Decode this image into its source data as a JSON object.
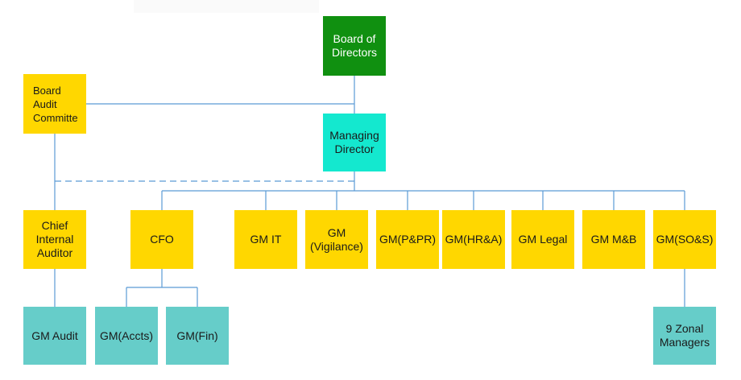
{
  "org_chart": {
    "colors": {
      "board": "#109010",
      "managing": "#14e8cf",
      "department": "#ffd700",
      "sub_unit": "#66cdc9",
      "connector": "#5b9bd5"
    },
    "board_of_directors": "Board of\nDirectors",
    "board_audit_committee": "Board\nAudit\nCommitte",
    "managing_director": "Managing\nDirector",
    "departments": [
      "Chief\nInternal\nAuditor",
      "CFO",
      "GM IT",
      "GM\n(Vigilance)",
      "GM(P&PR)",
      "GM(HR&A)",
      "GM Legal",
      "GM M&B",
      "GM(SO&S)"
    ],
    "sub_units": {
      "gm_audit": "GM Audit",
      "gm_accts": "GM(Accts)",
      "gm_fin": "GM(Fin)",
      "zonal_managers": "9 Zonal\nManagers"
    }
  }
}
